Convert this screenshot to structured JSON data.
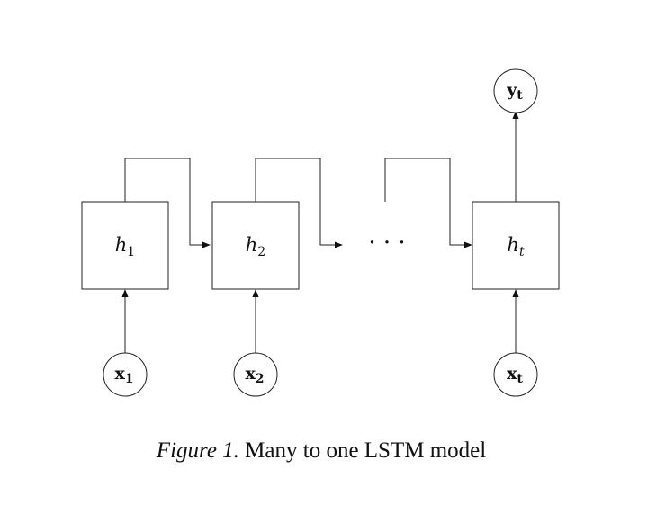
{
  "hidden_states": [
    {
      "base": "h",
      "sub": "1"
    },
    {
      "base": "h",
      "sub": "2"
    },
    {
      "base": "h",
      "sub": "t"
    }
  ],
  "inputs": [
    {
      "base": "x",
      "sub": "1"
    },
    {
      "base": "x",
      "sub": "2"
    },
    {
      "base": "x",
      "sub": "t"
    }
  ],
  "output": {
    "base": "y",
    "sub": "t"
  },
  "ellipsis": "· · ·",
  "caption": {
    "figure_label": "Figure 1.",
    "text": "Many to one LSTM model"
  }
}
